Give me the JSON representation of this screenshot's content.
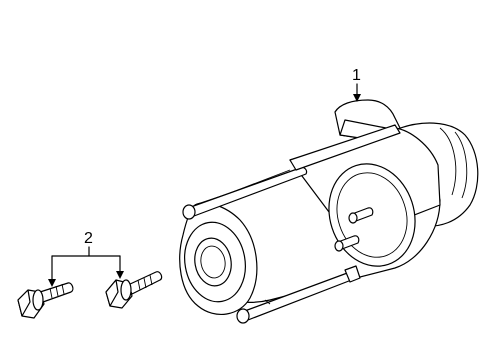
{
  "diagram": {
    "callouts": [
      {
        "id": "starter-motor",
        "label": "1"
      },
      {
        "id": "mounting-bolts",
        "label": "2"
      }
    ]
  }
}
